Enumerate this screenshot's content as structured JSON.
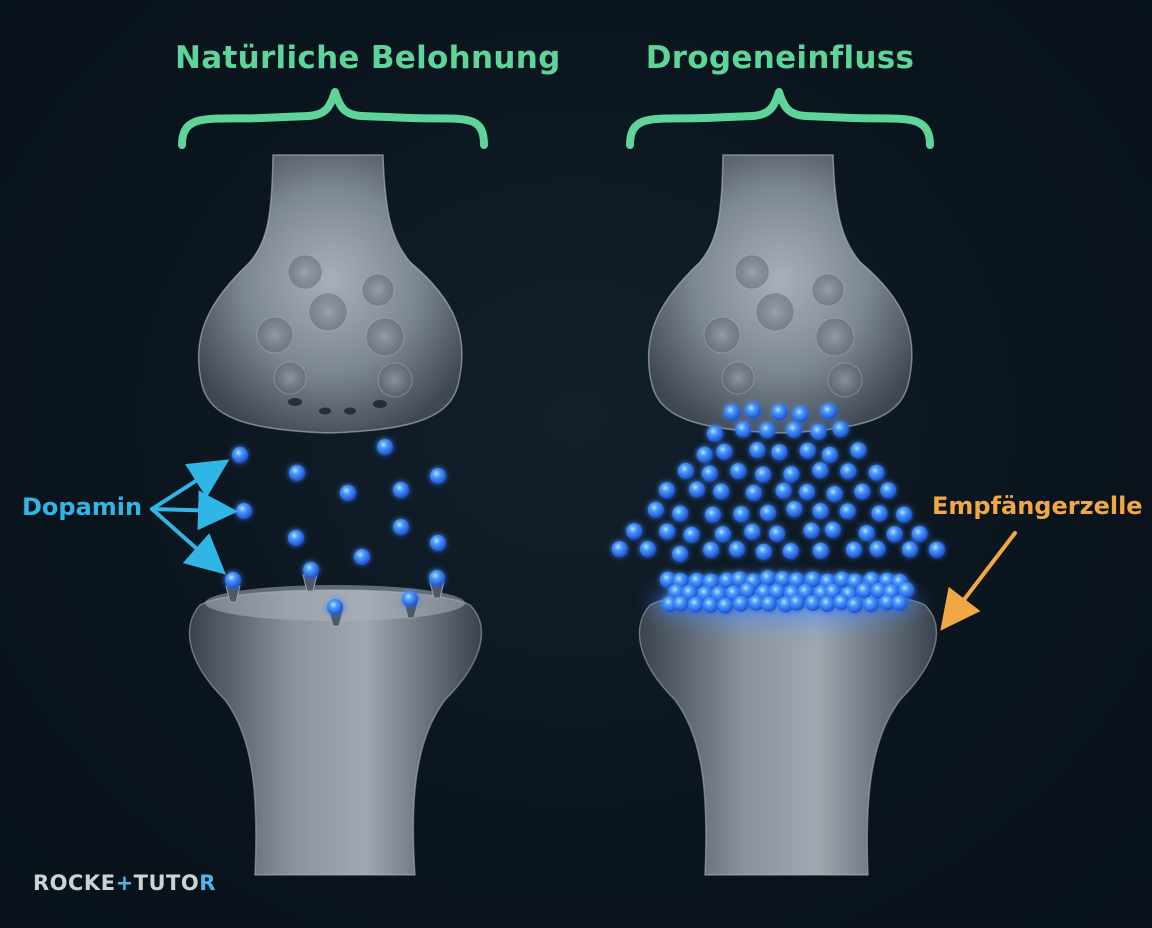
{
  "panels": {
    "left": {
      "title": "Natürliche Belohnung"
    },
    "right": {
      "title": "Drogeneinfluss"
    }
  },
  "labels": {
    "dopamine": "Dopamin",
    "receiver_cell": "Empfängerzelle"
  },
  "logo": {
    "part1": "ROCKE",
    "plus": "+",
    "part2": "TUTO",
    "end": "R"
  },
  "colors": {
    "background": "#0b1620",
    "title": "#5fd49a",
    "dopamine_label": "#2fb6e6",
    "receiver_label": "#f0a846",
    "dopamine_molecule": "#3a8dff",
    "neuron": "#8e98a4"
  }
}
